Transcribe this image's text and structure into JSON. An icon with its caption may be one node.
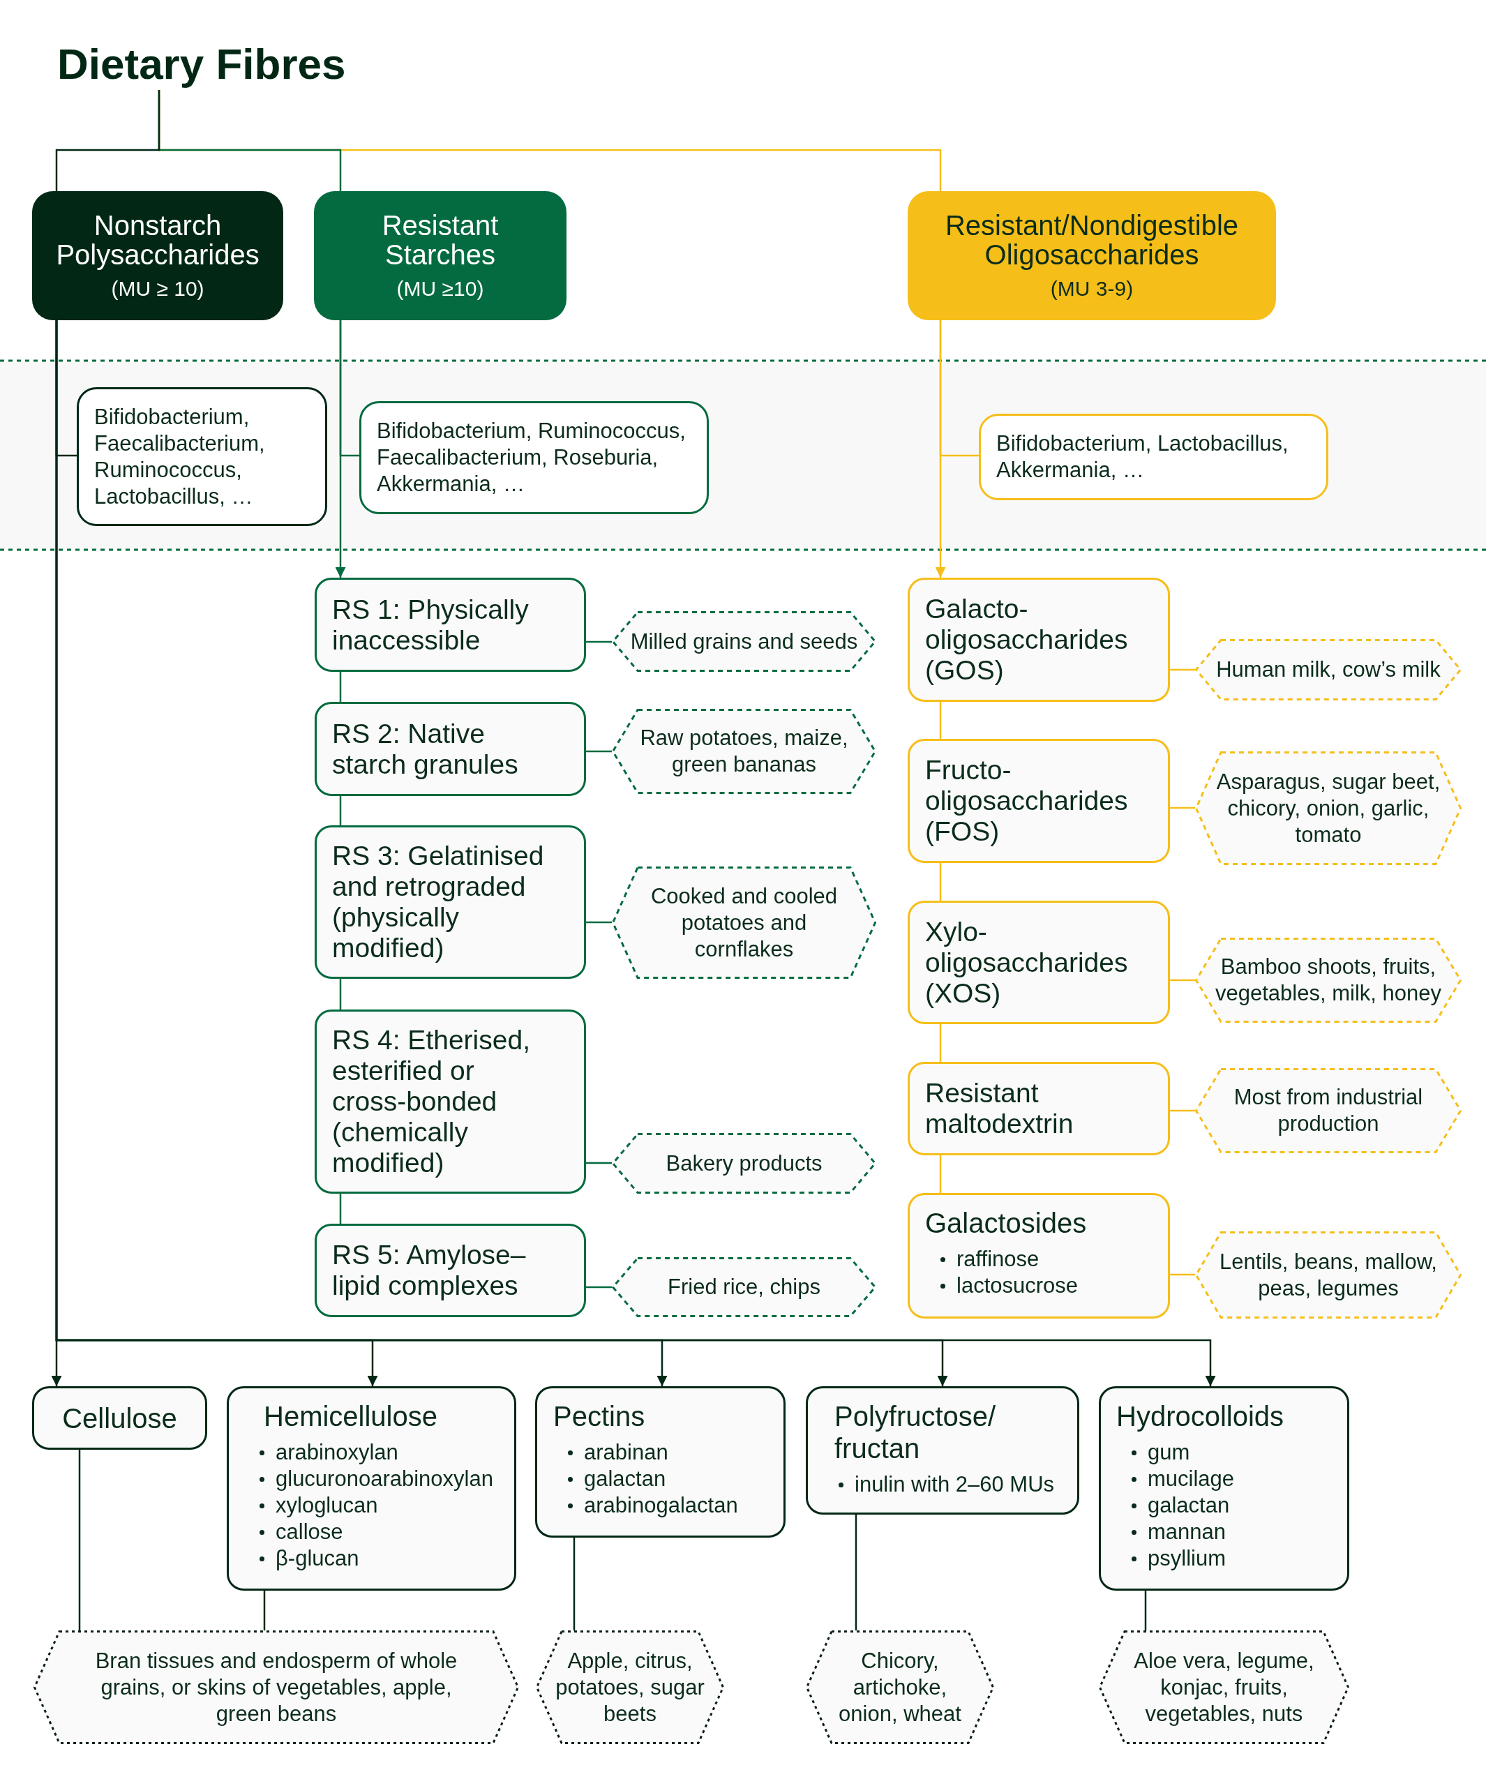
{
  "diagram": {
    "nodes": [
      {
        "text": [
          "Dietary Fibres"
        ]
      },
      {
        "text": [
          "Nonstarch Polysaccharides",
          "(MU ≥ 10)"
        ]
      },
      {
        "text": [
          "Resistant Starches",
          "(MU ≥10)"
        ]
      },
      {
        "text": [
          "Resistant/Nondigestible Oligosaccharides",
          "(MU 3-9)"
        ]
      },
      {
        "text": [
          "Bifidobacterium, Faecalibacterium, Ruminococcus, Lactobacillus, …"
        ]
      },
      {
        "text": [
          "Bifidobacterium, Ruminococcus, Faecalibacterium, Roseburia, Akkermania, …"
        ]
      },
      {
        "text": [
          "Bifidobacterium, Lactobacillus, Akkermania, …"
        ]
      },
      {
        "text": [
          "RS 1: Physically inaccessible"
        ]
      },
      {
        "text": [
          "Milled grains and seeds"
        ]
      },
      {
        "text": [
          "RS 2: Native starch granules"
        ]
      },
      {
        "text": [
          "Raw potatoes, maize, green bananas"
        ]
      },
      {
        "text": [
          "RS 3: Gelatinised and retrograded (physically modified)"
        ]
      },
      {
        "text": [
          "Cooked and cooled potatoes and cornflakes"
        ]
      },
      {
        "text": [
          "RS 4: Etherised, esterified or cross-bonded (chemically modified)"
        ]
      },
      {
        "text": [
          "Bakery products"
        ]
      },
      {
        "text": [
          "RS 5: Amylose–lipid complexes"
        ]
      },
      {
        "text": [
          "Fried rice, chips"
        ]
      },
      {
        "text": [
          "Galacto-oligosaccharides (GOS)"
        ]
      },
      {
        "text": [
          "Human milk, cow’s milk"
        ]
      },
      {
        "text": [
          "Fructo-oligosaccharides (FOS)"
        ]
      },
      {
        "text": [
          "Asparagus, sugar beet, chicory, onion, garlic, tomato"
        ]
      },
      {
        "text": [
          "Xylo-oligosaccharides (XOS)"
        ]
      },
      {
        "text": [
          "Bamboo shoots, fruits, vegetables, milk, honey"
        ]
      },
      {
        "text": [
          "Resistant maltodextrin"
        ]
      },
      {
        "text": [
          "Most from industrial production"
        ]
      },
      {
        "text": [
          "Galactosides",
          "raffinose",
          "lactosucrose"
        ]
      },
      {
        "text": [
          "Lentils, beans, mallow, peas, legumes"
        ]
      },
      {
        "text": [
          "Cellulose"
        ]
      },
      {
        "text": [
          "Hemicellulose",
          "arabinoxylan",
          "glucuronoarabinoxylan",
          "xyloglucan",
          "callose",
          "β-glucan"
        ]
      },
      {
        "text": [
          "Pectins",
          "arabinan",
          "galactan",
          "arabinogalactan"
        ]
      },
      {
        "text": [
          "Polyfructose/fructan",
          "inulin with 2–60 MUs"
        ]
      },
      {
        "text": [
          "Hydrocolloids",
          "gum",
          "mucilage",
          "galactan",
          "mannan",
          "psyllium"
        ]
      },
      {
        "text": [
          "Bran tissues and endosperm of whole grains, or skins of vegetables, apple, green beans"
        ]
      },
      {
        "text": [
          "Apple, citrus, potatoes, sugar beets"
        ]
      },
      {
        "text": [
          "Chicory, artichoke, onion, wheat"
        ]
      },
      {
        "text": [
          "Aloe vera, legume, konjac, fruits, vegetables, nuts"
        ]
      }
    ],
    "edges": [
      {
        "from": 0,
        "to": 1,
        "arrow": "none",
        "color": "#022815"
      },
      {
        "from": 0,
        "to": 2,
        "arrow": "none",
        "color": "#036b3f"
      },
      {
        "from": 0,
        "to": 3,
        "arrow": "none",
        "color": "#f5be19"
      },
      {
        "from": 1,
        "to": 4,
        "arrow": "none",
        "color": "#022815"
      },
      {
        "from": 2,
        "to": 5,
        "arrow": "none",
        "color": "#036b3f"
      },
      {
        "from": 3,
        "to": 6,
        "arrow": "none",
        "color": "#f5be19"
      },
      {
        "from": 2,
        "to": 7,
        "arrow": "to",
        "color": "#036b3f"
      },
      {
        "from": 7,
        "to": 9,
        "arrow": "none",
        "color": "#036b3f"
      },
      {
        "from": 9,
        "to": 11,
        "arrow": "none",
        "color": "#036b3f"
      },
      {
        "from": 11,
        "to": 13,
        "arrow": "none",
        "color": "#036b3f"
      },
      {
        "from": 13,
        "to": 15,
        "arrow": "none",
        "color": "#036b3f"
      },
      {
        "from": 7,
        "to": 8,
        "arrow": "none",
        "color": "#036b3f"
      },
      {
        "from": 9,
        "to": 10,
        "arrow": "none",
        "color": "#036b3f"
      },
      {
        "from": 11,
        "to": 12,
        "arrow": "none",
        "color": "#036b3f"
      },
      {
        "from": 13,
        "to": 14,
        "arrow": "none",
        "color": "#036b3f"
      },
      {
        "from": 15,
        "to": 16,
        "arrow": "none",
        "color": "#036b3f"
      },
      {
        "from": 3,
        "to": 17,
        "arrow": "to",
        "color": "#f5be19"
      },
      {
        "from": 17,
        "to": 19,
        "arrow": "none",
        "color": "#f5be19"
      },
      {
        "from": 19,
        "to": 21,
        "arrow": "none",
        "color": "#f5be19"
      },
      {
        "from": 21,
        "to": 23,
        "arrow": "none",
        "color": "#f5be19"
      },
      {
        "from": 23,
        "to": 25,
        "arrow": "none",
        "color": "#f5be19"
      },
      {
        "from": 17,
        "to": 18,
        "arrow": "none",
        "color": "#f5be19"
      },
      {
        "from": 19,
        "to": 20,
        "arrow": "none",
        "color": "#f5be19"
      },
      {
        "from": 21,
        "to": 22,
        "arrow": "none",
        "color": "#f5be19"
      },
      {
        "from": 23,
        "to": 24,
        "arrow": "none",
        "color": "#f5be19"
      },
      {
        "from": 25,
        "to": 26,
        "arrow": "none",
        "color": "#f5be19"
      },
      {
        "from": 1,
        "to": 27,
        "arrow": "to",
        "color": "#022815"
      },
      {
        "from": 1,
        "to": 28,
        "arrow": "to",
        "color": "#022815"
      },
      {
        "from": 1,
        "to": 29,
        "arrow": "to",
        "color": "#022815"
      },
      {
        "from": 1,
        "to": 30,
        "arrow": "to",
        "color": "#022815"
      },
      {
        "from": 1,
        "to": 31,
        "arrow": "to",
        "color": "#022815"
      },
      {
        "from": 27,
        "to": 32,
        "arrow": "none",
        "color": "#022815"
      },
      {
        "from": 28,
        "to": 32,
        "arrow": "none",
        "color": "#022815"
      },
      {
        "from": 29,
        "to": 33,
        "arrow": "none",
        "color": "#022815"
      },
      {
        "from": 30,
        "to": 34,
        "arrow": "none",
        "color": "#022815"
      },
      {
        "from": 31,
        "to": 35,
        "arrow": "none",
        "color": "#022815"
      }
    ]
  }
}
